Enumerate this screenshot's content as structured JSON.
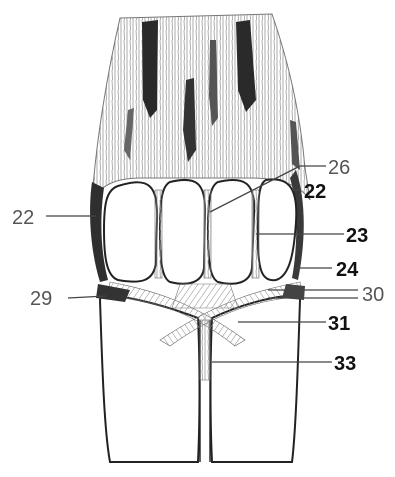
{
  "labels": {
    "l22_left": "22",
    "l26": "26",
    "l22_right": "22",
    "l23": "23",
    "l24": "24",
    "l29": "29",
    "l30": "30",
    "l31": "31",
    "l33": "33"
  }
}
